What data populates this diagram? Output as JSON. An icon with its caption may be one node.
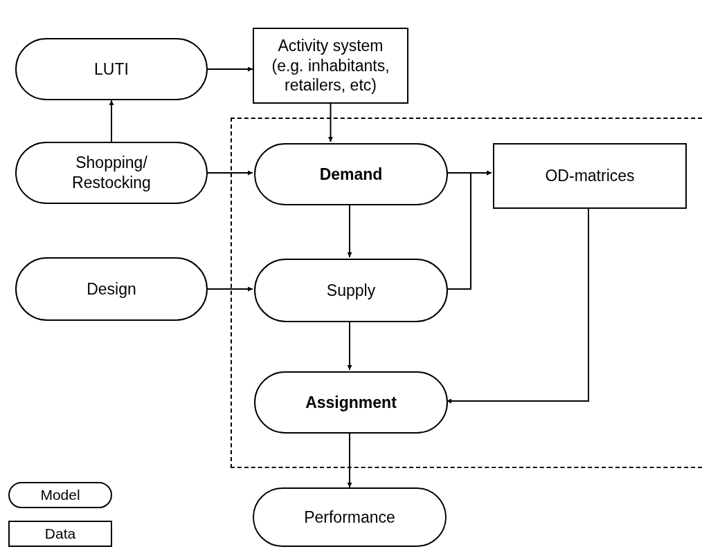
{
  "diagram": {
    "nodes": [
      {
        "text": [
          "LUTI"
        ]
      },
      {
        "text": [
          "Activity system (e.g. inhabitants, retailers, etc)"
        ]
      },
      {
        "text": [],
        "shape": "box"
      },
      {
        "text": [
          "Shopping/ Restocking"
        ]
      },
      {
        "text": [
          "Demand"
        ],
        "in": 2
      },
      {
        "text": [
          "OD-matrices"
        ],
        "in": 2
      },
      {
        "text": [
          "Design"
        ]
      },
      {
        "text": [
          "Supply"
        ],
        "in": 2
      },
      {
        "text": [
          "Assignment"
        ],
        "in": 2
      },
      {
        "text": [
          "Performance"
        ]
      }
    ],
    "edges": [
      {
        "from": 0,
        "to": 1,
        "arrow": "to"
      },
      {
        "from": 3,
        "to": 0,
        "arrow": "to"
      },
      {
        "from": 1,
        "to": 4,
        "arrow": "to"
      },
      {
        "from": 3,
        "to": 4,
        "arrow": "to"
      },
      {
        "from": 4,
        "to": 5,
        "arrow": "to"
      },
      {
        "from": 7,
        "to": 5,
        "arrow": "to"
      },
      {
        "from": 4,
        "to": 7,
        "arrow": "to"
      },
      {
        "from": 6,
        "to": 7,
        "arrow": "to"
      },
      {
        "from": 7,
        "to": 8,
        "arrow": "to"
      },
      {
        "from": 5,
        "to": 8,
        "arrow": "to"
      },
      {
        "from": 8,
        "to": 9,
        "arrow": "to"
      }
    ],
    "legend": [
      {
        "text": "Model"
      },
      {
        "text": "Data"
      }
    ]
  }
}
